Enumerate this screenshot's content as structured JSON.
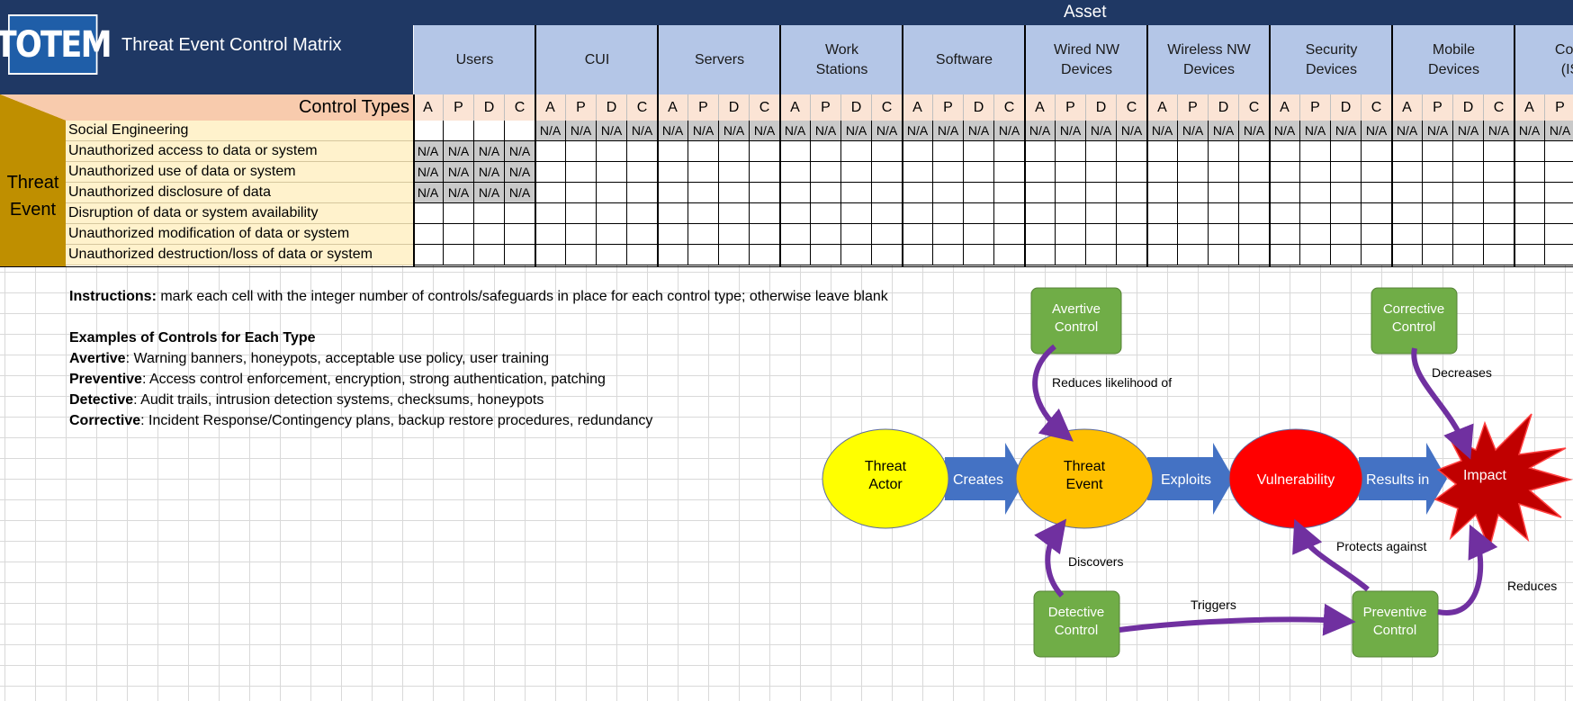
{
  "app": {
    "logo_text": "TOTEM",
    "title": "Threat Event Control Matrix"
  },
  "asset_header": "Asset",
  "assets": [
    {
      "name": "Users"
    },
    {
      "name": "CUI"
    },
    {
      "name": "Servers"
    },
    {
      "name": "Work\nStations"
    },
    {
      "name": "Software"
    },
    {
      "name": "Wired NW\nDevices"
    },
    {
      "name": "Wireless NW\nDevices"
    },
    {
      "name": "Security\nDevices"
    },
    {
      "name": "Mobile\nDevices"
    },
    {
      "name": "Conne\n(ISP,"
    }
  ],
  "control_types_label": "Control Types",
  "control_type_letters": [
    "A",
    "P",
    "D",
    "C"
  ],
  "na_text": "N/A",
  "threat_event_label": "Threat\nEvent",
  "threat_events": [
    {
      "label": "Social Engineering",
      "na_assets": [
        1,
        2,
        3,
        4,
        5,
        6,
        7,
        8,
        9
      ]
    },
    {
      "label": "Unauthorized access to data or system",
      "na_assets": [
        0
      ]
    },
    {
      "label": "Unauthorized use of data or system",
      "na_assets": [
        0
      ]
    },
    {
      "label": "Unauthorized disclosure of data",
      "na_assets": [
        0
      ]
    },
    {
      "label": "Disruption of data or system availability",
      "na_assets": []
    },
    {
      "label": "Unauthorized modification of data or system",
      "na_assets": []
    },
    {
      "label": "Unauthorized destruction/loss of data or system",
      "na_assets": []
    }
  ],
  "instructions": {
    "label": "Instructions:",
    "text": " mark each cell with the integer number of controls/safeguards in place for each control type; otherwise leave blank"
  },
  "examples": {
    "heading": "Examples of Controls for Each Type",
    "items": [
      {
        "type": "Avertive",
        "text": ": Warning banners, honeypots, acceptable use policy, user training"
      },
      {
        "type": "Preventive",
        "text": ": Access control enforcement, encryption, strong authentication, patching"
      },
      {
        "type": "Detective",
        "text": ": Audit trails, intrusion detection systems, checksums, honeypots"
      },
      {
        "type": "Corrective",
        "text": ": Incident Response/Contingency plans, backup restore procedures, redundancy"
      }
    ]
  },
  "diagram": {
    "nodes": {
      "threat_actor": "Threat\nActor",
      "threat_event": "Threat\nEvent",
      "vulnerability": "Vulnerability",
      "impact": "Impact",
      "avertive_control": "Avertive\nControl",
      "corrective_control": "Corrective\nControl",
      "detective_control": "Detective\nControl",
      "preventive_control": "Preventive\nControl"
    },
    "edges": {
      "creates": "Creates",
      "exploits": "Exploits",
      "results_in": "Results in",
      "reduces_likelihood_of": "Reduces likelihood of",
      "decreases": "Decreases",
      "discovers": "Discovers",
      "triggers": "Triggers",
      "protects_against": "Protects against",
      "reduces": "Reduces"
    },
    "colors": {
      "threat_actor": "#ffff00",
      "threat_event": "#ffc000",
      "vulnerability": "#ff0000",
      "impact": "#c00000",
      "control_box": "#70ad47",
      "flow_arrow": "#4472c4",
      "relation_arrow": "#7030a0"
    }
  },
  "colors": {
    "banner": "#1f3864",
    "asset_header_fill": "#b4c6e7",
    "control_types_fill": "#f8cbad",
    "threat_event_fill": "#bf8f00",
    "threat_row_fill": "#fff2cc",
    "na_fill": "#c9c9c9"
  }
}
